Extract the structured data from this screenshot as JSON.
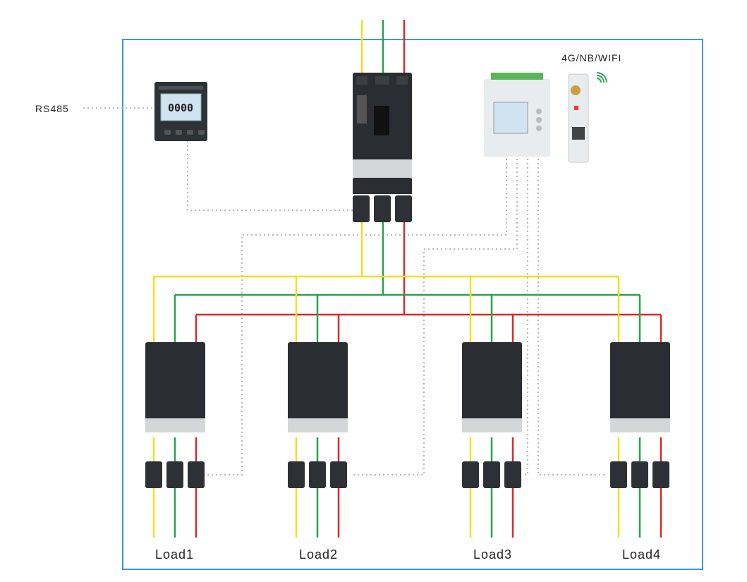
{
  "labels": {
    "rs485": "RS485",
    "wireless": "4G/NB/WIFI",
    "meter_display": "0000",
    "loads": [
      "Load1",
      "Load2",
      "Load3",
      "Load4"
    ]
  },
  "colors": {
    "frame": "#3a9bd0",
    "phase_yellow": "#f0e020",
    "phase_green": "#27a34a",
    "phase_red": "#d42a2a",
    "comm_dotted": "#b8b8b8",
    "breaker_body": "#2a2e33",
    "lcd": "#cfe3f0"
  },
  "icons": [
    "wifi-icon",
    "antenna-icon",
    "lcd-display-icon"
  ]
}
